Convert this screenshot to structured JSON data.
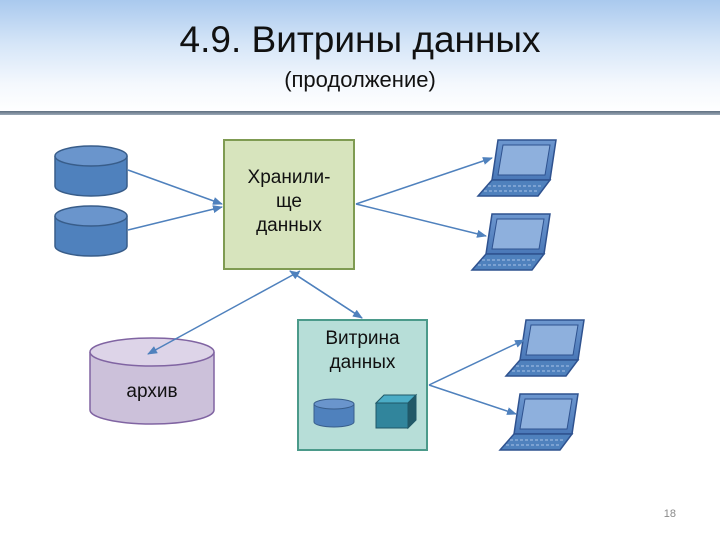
{
  "slide": {
    "title": "4.9. Витрины данных",
    "subtitle": "(продолжение)",
    "page_number": "18"
  },
  "nodes": {
    "warehouse_label": "Хранили-\nще\nданных",
    "datamart_label": "Витрина\nданных",
    "archive_label": "архив"
  },
  "colors": {
    "db_blue": "#4f81bd",
    "db_outline": "#385d8a",
    "warehouse_fill": "#d7e4bd",
    "warehouse_stroke": "#7f9b52",
    "datamart_fill": "#b7ded8",
    "datamart_stroke": "#4b9a8a",
    "archive_fill": "#ccc1da",
    "archive_stroke": "#8064a2",
    "arrow": "#4f81bd",
    "cube": "#31859c"
  }
}
